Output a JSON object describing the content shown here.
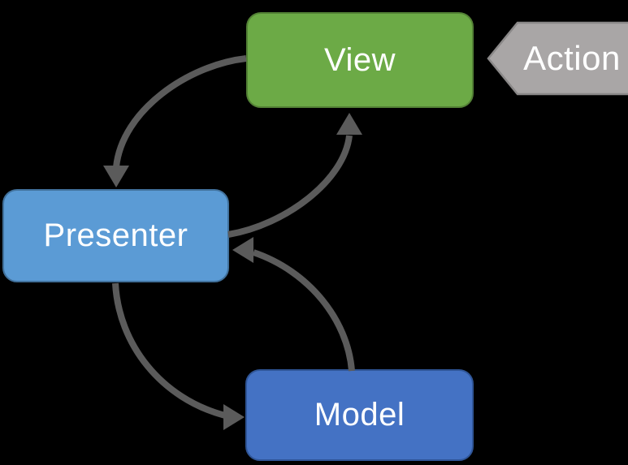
{
  "diagram": {
    "type": "flow-diagram",
    "subject": "Model-View-Presenter pattern",
    "background": "#000000",
    "connector_color": "#5B5B5B",
    "nodes": [
      {
        "id": "view",
        "label": "View",
        "fill": "#6CAA46",
        "border": "#538135",
        "text_color": "#FFFFFF"
      },
      {
        "id": "presenter",
        "label": "Presenter",
        "fill": "#5B9BD5",
        "border": "#41719C",
        "text_color": "#FFFFFF"
      },
      {
        "id": "model",
        "label": "Model",
        "fill": "#4472C4",
        "border": "#2F5597",
        "text_color": "#FFFFFF"
      }
    ],
    "action_tag": {
      "label": "Action",
      "fill": "#A9A6A6",
      "border": "#8A8888",
      "text_color": "#FFFFFF",
      "points_to": "view"
    },
    "edges": [
      {
        "from": "view",
        "to": "presenter"
      },
      {
        "from": "presenter",
        "to": "view"
      },
      {
        "from": "presenter",
        "to": "model"
      },
      {
        "from": "model",
        "to": "presenter"
      }
    ]
  }
}
